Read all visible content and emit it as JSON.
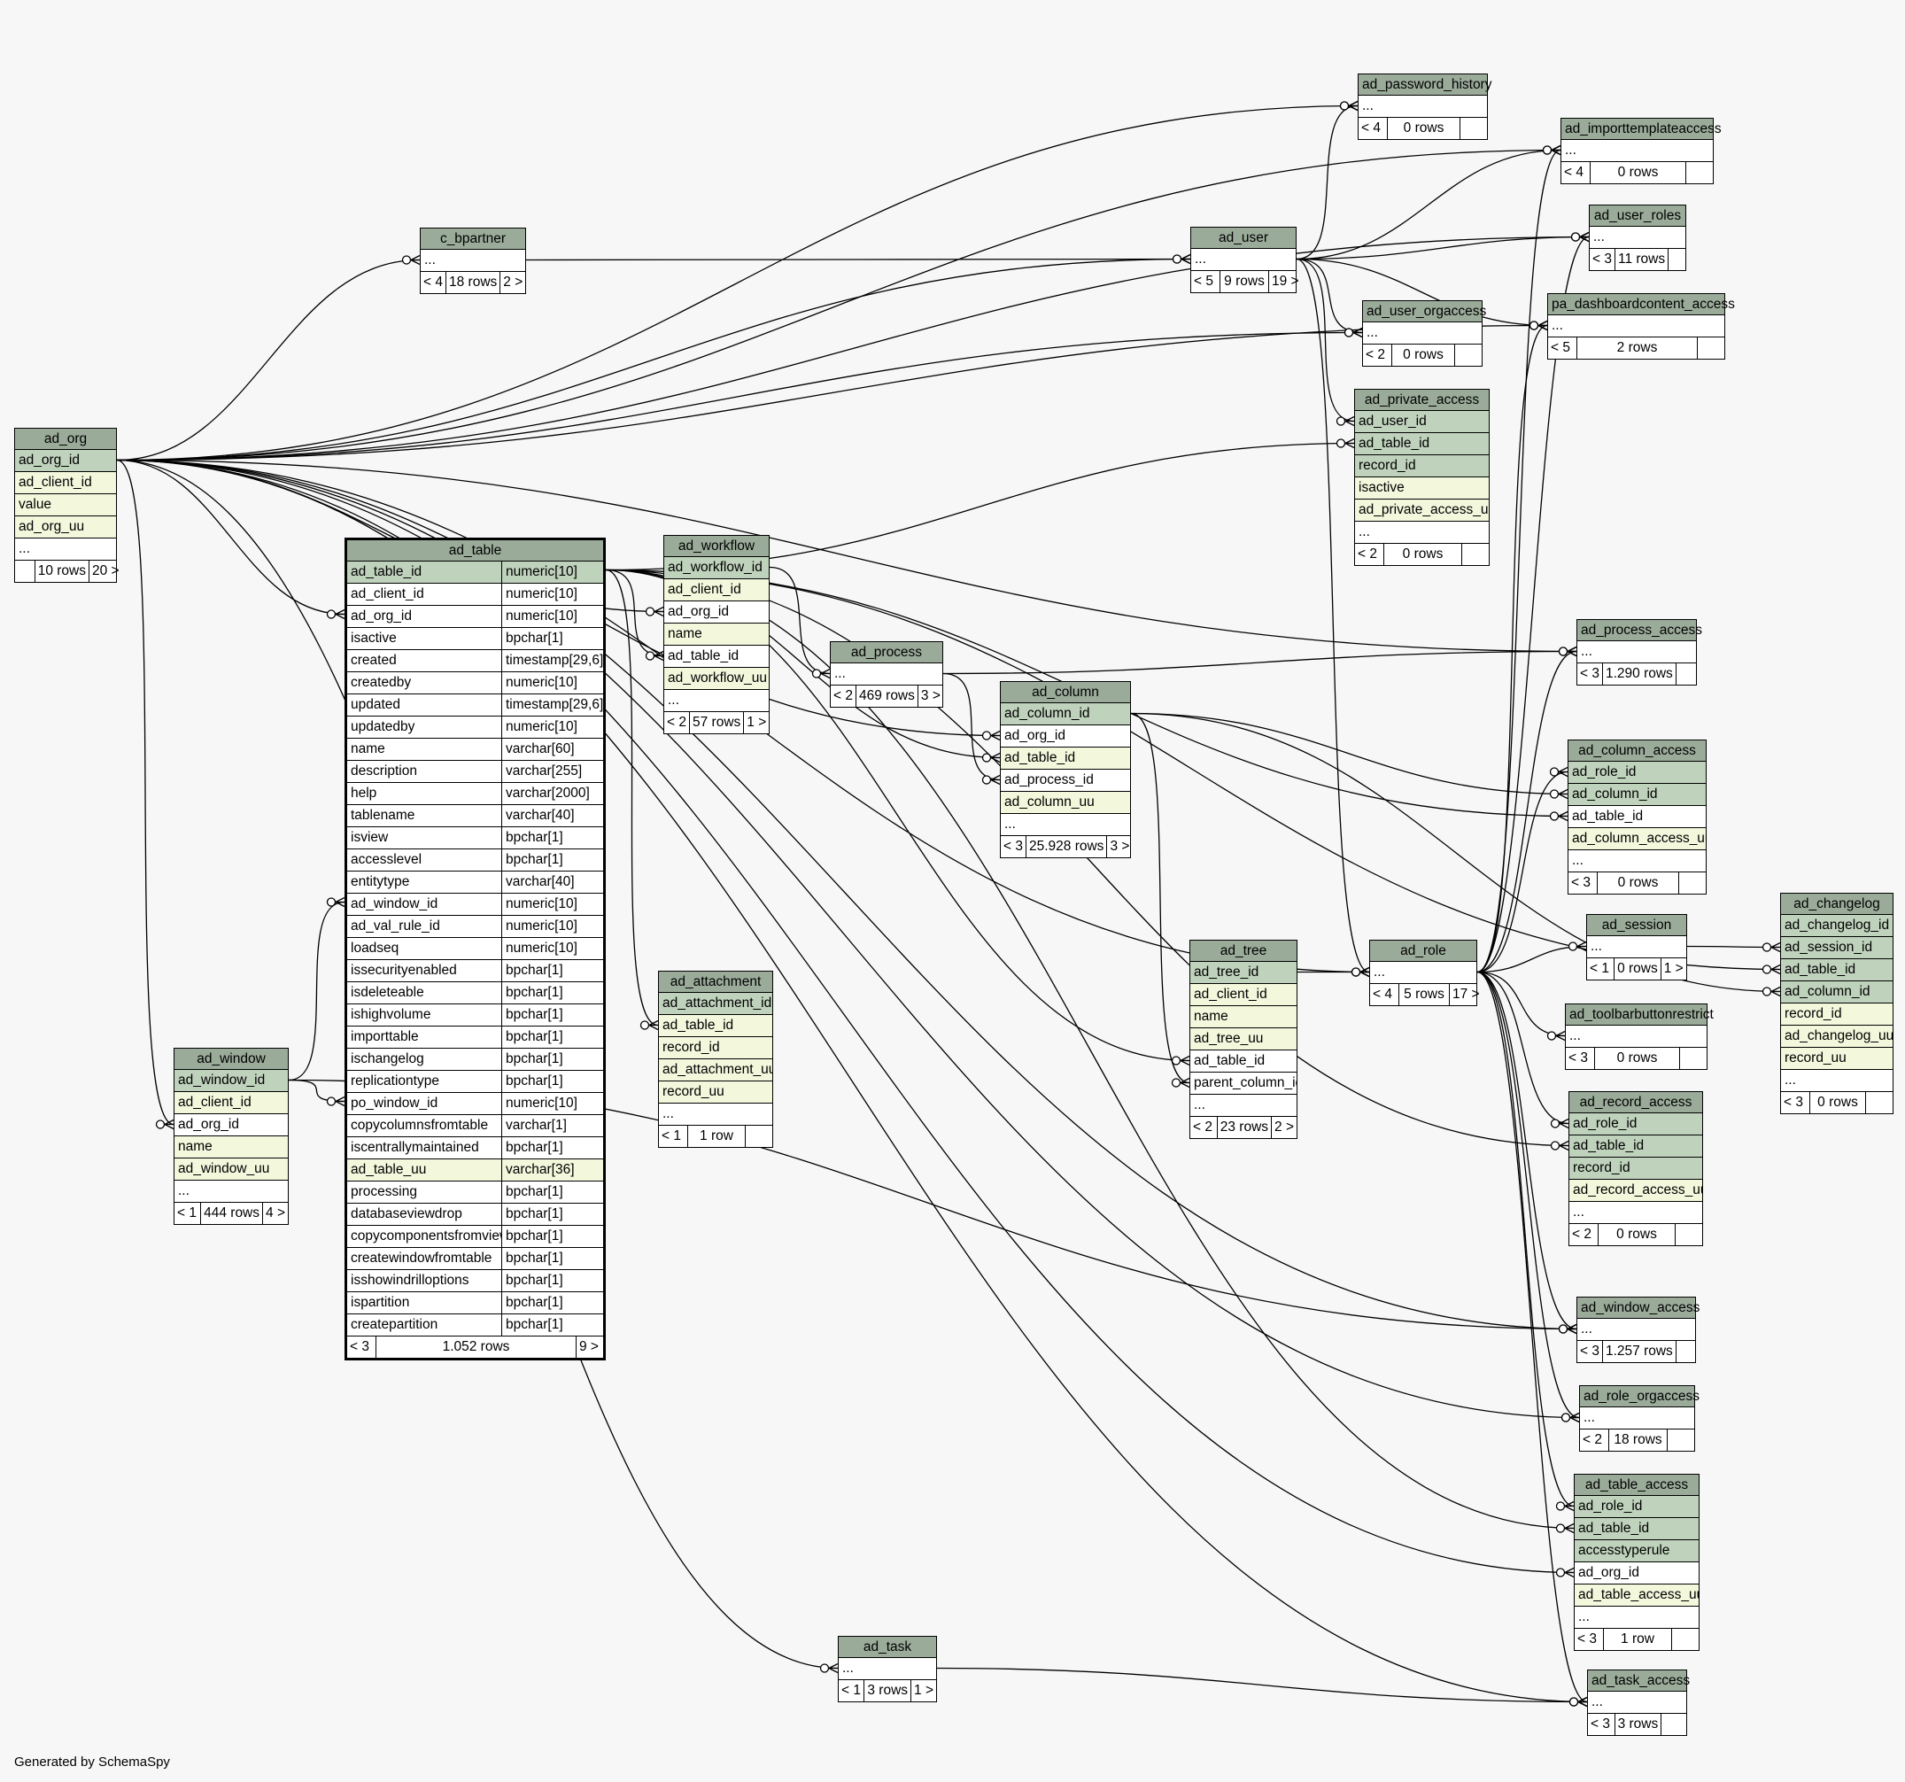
{
  "credit": "Generated by SchemaSpy",
  "tables": {
    "ad_org": {
      "name": "ad_org",
      "columns": [
        {
          "n": "ad_org_id",
          "k": "pk"
        },
        {
          "n": "ad_client_id",
          "k": "ix"
        },
        {
          "n": "value",
          "k": "ix"
        },
        {
          "n": "ad_org_uu",
          "k": "ix"
        },
        {
          "n": "...",
          "k": ""
        }
      ],
      "footer": [
        "",
        "10 rows",
        "20 >"
      ]
    },
    "ad_table": {
      "name": "ad_table",
      "columns": [
        {
          "n": "ad_table_id",
          "t": "numeric[10]",
          "k": "pk"
        },
        {
          "n": "ad_client_id",
          "t": "numeric[10]",
          "k": ""
        },
        {
          "n": "ad_org_id",
          "t": "numeric[10]",
          "k": ""
        },
        {
          "n": "isactive",
          "t": "bpchar[1]",
          "k": ""
        },
        {
          "n": "created",
          "t": "timestamp[29,6]",
          "k": ""
        },
        {
          "n": "createdby",
          "t": "numeric[10]",
          "k": ""
        },
        {
          "n": "updated",
          "t": "timestamp[29,6]",
          "k": ""
        },
        {
          "n": "updatedby",
          "t": "numeric[10]",
          "k": ""
        },
        {
          "n": "name",
          "t": "varchar[60]",
          "k": ""
        },
        {
          "n": "description",
          "t": "varchar[255]",
          "k": ""
        },
        {
          "n": "help",
          "t": "varchar[2000]",
          "k": ""
        },
        {
          "n": "tablename",
          "t": "varchar[40]",
          "k": ""
        },
        {
          "n": "isview",
          "t": "bpchar[1]",
          "k": ""
        },
        {
          "n": "accesslevel",
          "t": "bpchar[1]",
          "k": ""
        },
        {
          "n": "entitytype",
          "t": "varchar[40]",
          "k": ""
        },
        {
          "n": "ad_window_id",
          "t": "numeric[10]",
          "k": ""
        },
        {
          "n": "ad_val_rule_id",
          "t": "numeric[10]",
          "k": ""
        },
        {
          "n": "loadseq",
          "t": "numeric[10]",
          "k": ""
        },
        {
          "n": "issecurityenabled",
          "t": "bpchar[1]",
          "k": ""
        },
        {
          "n": "isdeleteable",
          "t": "bpchar[1]",
          "k": ""
        },
        {
          "n": "ishighvolume",
          "t": "bpchar[1]",
          "k": ""
        },
        {
          "n": "importtable",
          "t": "bpchar[1]",
          "k": ""
        },
        {
          "n": "ischangelog",
          "t": "bpchar[1]",
          "k": ""
        },
        {
          "n": "replicationtype",
          "t": "bpchar[1]",
          "k": ""
        },
        {
          "n": "po_window_id",
          "t": "numeric[10]",
          "k": ""
        },
        {
          "n": "copycolumnsfromtable",
          "t": "varchar[1]",
          "k": ""
        },
        {
          "n": "iscentrallymaintained",
          "t": "bpchar[1]",
          "k": ""
        },
        {
          "n": "ad_table_uu",
          "t": "varchar[36]",
          "k": "ix"
        },
        {
          "n": "processing",
          "t": "bpchar[1]",
          "k": ""
        },
        {
          "n": "databaseviewdrop",
          "t": "bpchar[1]",
          "k": ""
        },
        {
          "n": "copycomponentsfromview",
          "t": "bpchar[1]",
          "k": ""
        },
        {
          "n": "createwindowfromtable",
          "t": "bpchar[1]",
          "k": ""
        },
        {
          "n": "isshowindrilloptions",
          "t": "bpchar[1]",
          "k": ""
        },
        {
          "n": "ispartition",
          "t": "bpchar[1]",
          "k": ""
        },
        {
          "n": "createpartition",
          "t": "bpchar[1]",
          "k": ""
        }
      ],
      "footer": [
        "< 3",
        "1.052 rows",
        "9 >"
      ]
    },
    "ad_window": {
      "name": "ad_window",
      "columns": [
        {
          "n": "ad_window_id",
          "k": "pk"
        },
        {
          "n": "ad_client_id",
          "k": "ix"
        },
        {
          "n": "ad_org_id",
          "k": ""
        },
        {
          "n": "name",
          "k": "ix"
        },
        {
          "n": "ad_window_uu",
          "k": "ix"
        },
        {
          "n": "...",
          "k": ""
        }
      ],
      "footer": [
        "< 1",
        "444 rows",
        "4 >"
      ]
    },
    "c_bpartner": {
      "name": "c_bpartner",
      "columns": [
        {
          "n": "...",
          "k": ""
        }
      ],
      "footer": [
        "< 4",
        "18 rows",
        "2 >"
      ]
    },
    "ad_workflow": {
      "name": "ad_workflow",
      "columns": [
        {
          "n": "ad_workflow_id",
          "k": "pk"
        },
        {
          "n": "ad_client_id",
          "k": "ix"
        },
        {
          "n": "ad_org_id",
          "k": ""
        },
        {
          "n": "name",
          "k": "ix"
        },
        {
          "n": "ad_table_id",
          "k": ""
        },
        {
          "n": "ad_workflow_uu",
          "k": "ix"
        },
        {
          "n": "...",
          "k": ""
        }
      ],
      "footer": [
        "< 2",
        "57 rows",
        "1 >"
      ]
    },
    "ad_process": {
      "name": "ad_process",
      "columns": [
        {
          "n": "...",
          "k": ""
        }
      ],
      "footer": [
        "< 2",
        "469 rows",
        "3 >"
      ]
    },
    "ad_attachment": {
      "name": "ad_attachment",
      "columns": [
        {
          "n": "ad_attachment_id",
          "k": "pk"
        },
        {
          "n": "ad_table_id",
          "k": "ix"
        },
        {
          "n": "record_id",
          "k": "ix"
        },
        {
          "n": "ad_attachment_uu",
          "k": "ix"
        },
        {
          "n": "record_uu",
          "k": "ix"
        },
        {
          "n": "...",
          "k": ""
        }
      ],
      "footer": [
        "< 1",
        "1 row",
        ""
      ]
    },
    "ad_column": {
      "name": "ad_column",
      "columns": [
        {
          "n": "ad_column_id",
          "k": "pk"
        },
        {
          "n": "ad_org_id",
          "k": ""
        },
        {
          "n": "ad_table_id",
          "k": "ix"
        },
        {
          "n": "ad_process_id",
          "k": ""
        },
        {
          "n": "ad_column_uu",
          "k": "ix"
        },
        {
          "n": "...",
          "k": ""
        }
      ],
      "footer": [
        "< 3",
        "25.928 rows",
        "3 >"
      ]
    },
    "ad_user": {
      "name": "ad_user",
      "columns": [
        {
          "n": "...",
          "k": ""
        }
      ],
      "footer": [
        "< 5",
        "9 rows",
        "19 >"
      ]
    },
    "ad_tree": {
      "name": "ad_tree",
      "columns": [
        {
          "n": "ad_tree_id",
          "k": "pk"
        },
        {
          "n": "ad_client_id",
          "k": "ix"
        },
        {
          "n": "name",
          "k": "ix"
        },
        {
          "n": "ad_tree_uu",
          "k": "ix"
        },
        {
          "n": "ad_table_id",
          "k": ""
        },
        {
          "n": "parent_column_id",
          "k": ""
        },
        {
          "n": "...",
          "k": ""
        }
      ],
      "footer": [
        "< 2",
        "23 rows",
        "2 >"
      ]
    },
    "ad_role": {
      "name": "ad_role",
      "columns": [
        {
          "n": "...",
          "k": ""
        }
      ],
      "footer": [
        "< 4",
        "5 rows",
        "17 >"
      ]
    },
    "ad_password_history": {
      "name": "ad_password_history",
      "columns": [
        {
          "n": "...",
          "k": ""
        }
      ],
      "footer": [
        "< 4",
        "0 rows",
        ""
      ]
    },
    "ad_user_orgaccess": {
      "name": "ad_user_orgaccess",
      "columns": [
        {
          "n": "...",
          "k": ""
        }
      ],
      "footer": [
        "< 2",
        "0 rows",
        ""
      ]
    },
    "ad_private_access": {
      "name": "ad_private_access",
      "columns": [
        {
          "n": "ad_user_id",
          "k": "pk"
        },
        {
          "n": "ad_table_id",
          "k": "pk"
        },
        {
          "n": "record_id",
          "k": "pk"
        },
        {
          "n": "isactive",
          "k": "ix"
        },
        {
          "n": "ad_private_access_uu",
          "k": "ix"
        },
        {
          "n": "...",
          "k": ""
        }
      ],
      "footer": [
        "< 2",
        "0 rows",
        ""
      ]
    },
    "ad_task": {
      "name": "ad_task",
      "columns": [
        {
          "n": "...",
          "k": ""
        }
      ],
      "footer": [
        "< 1",
        "3 rows",
        "1 >"
      ]
    },
    "ad_importtemplateaccess": {
      "name": "ad_importtemplateaccess",
      "columns": [
        {
          "n": "...",
          "k": ""
        }
      ],
      "footer": [
        "< 4",
        "0 rows",
        ""
      ]
    },
    "ad_user_roles": {
      "name": "ad_user_roles",
      "columns": [
        {
          "n": "...",
          "k": ""
        }
      ],
      "footer": [
        "< 3",
        "11 rows",
        ""
      ]
    },
    "pa_dashboardcontent_access": {
      "name": "pa_dashboardcontent_access",
      "columns": [
        {
          "n": "...",
          "k": ""
        }
      ],
      "footer": [
        "< 5",
        "2 rows",
        ""
      ]
    },
    "ad_process_access": {
      "name": "ad_process_access",
      "columns": [
        {
          "n": "...",
          "k": ""
        }
      ],
      "footer": [
        "< 3",
        "1.290 rows",
        ""
      ]
    },
    "ad_column_access": {
      "name": "ad_column_access",
      "columns": [
        {
          "n": "ad_role_id",
          "k": "pk"
        },
        {
          "n": "ad_column_id",
          "k": "pk"
        },
        {
          "n": "ad_table_id",
          "k": ""
        },
        {
          "n": "ad_column_access_uu",
          "k": "ix"
        },
        {
          "n": "...",
          "k": ""
        }
      ],
      "footer": [
        "< 3",
        "0 rows",
        ""
      ]
    },
    "ad_session": {
      "name": "ad_session",
      "columns": [
        {
          "n": "...",
          "k": ""
        }
      ],
      "footer": [
        "< 1",
        "0 rows",
        "1 >"
      ]
    },
    "ad_toolbarbuttonrestrict": {
      "name": "ad_toolbarbuttonrestrict",
      "columns": [
        {
          "n": "...",
          "k": ""
        }
      ],
      "footer": [
        "< 3",
        "0 rows",
        ""
      ]
    },
    "ad_record_access": {
      "name": "ad_record_access",
      "columns": [
        {
          "n": "ad_role_id",
          "k": "pk"
        },
        {
          "n": "ad_table_id",
          "k": "pk"
        },
        {
          "n": "record_id",
          "k": "pk"
        },
        {
          "n": "ad_record_access_uu",
          "k": "ix"
        },
        {
          "n": "...",
          "k": ""
        }
      ],
      "footer": [
        "< 2",
        "0 rows",
        ""
      ]
    },
    "ad_window_access": {
      "name": "ad_window_access",
      "columns": [
        {
          "n": "...",
          "k": ""
        }
      ],
      "footer": [
        "< 3",
        "1.257 rows",
        ""
      ]
    },
    "ad_role_orgaccess": {
      "name": "ad_role_orgaccess",
      "columns": [
        {
          "n": "...",
          "k": ""
        }
      ],
      "footer": [
        "< 2",
        "18 rows",
        ""
      ]
    },
    "ad_table_access": {
      "name": "ad_table_access",
      "columns": [
        {
          "n": "ad_role_id",
          "k": "pk"
        },
        {
          "n": "ad_table_id",
          "k": "pk"
        },
        {
          "n": "accesstyperule",
          "k": "pk"
        },
        {
          "n": "ad_org_id",
          "k": ""
        },
        {
          "n": "ad_table_access_uu",
          "k": "ix"
        },
        {
          "n": "...",
          "k": ""
        }
      ],
      "footer": [
        "< 3",
        "1 row",
        ""
      ]
    },
    "ad_task_access": {
      "name": "ad_task_access",
      "columns": [
        {
          "n": "...",
          "k": ""
        }
      ],
      "footer": [
        "< 3",
        "3 rows",
        ""
      ]
    },
    "ad_changelog": {
      "name": "ad_changelog",
      "columns": [
        {
          "n": "ad_changelog_id",
          "k": "pk"
        },
        {
          "n": "ad_session_id",
          "k": "pk"
        },
        {
          "n": "ad_table_id",
          "k": "pk"
        },
        {
          "n": "ad_column_id",
          "k": "pk"
        },
        {
          "n": "record_id",
          "k": "ix"
        },
        {
          "n": "ad_changelog_uu",
          "k": "ix"
        },
        {
          "n": "record_uu",
          "k": "ix"
        },
        {
          "n": "...",
          "k": ""
        }
      ],
      "footer": [
        "< 3",
        "0 rows",
        ""
      ]
    }
  },
  "relationships": [
    [
      "ad_org",
      "ad_table",
      "ad_org_id"
    ],
    [
      "ad_org",
      "ad_window",
      "ad_org_id"
    ],
    [
      "ad_org",
      "ad_workflow",
      "ad_org_id"
    ],
    [
      "ad_org",
      "ad_column",
      "ad_org_id"
    ],
    [
      "ad_org",
      "c_bpartner",
      ""
    ],
    [
      "ad_org",
      "ad_user",
      ""
    ],
    [
      "ad_org",
      "ad_password_history",
      ""
    ],
    [
      "ad_org",
      "ad_user_orgaccess",
      ""
    ],
    [
      "ad_org",
      "ad_importtemplateaccess",
      ""
    ],
    [
      "ad_org",
      "ad_user_roles",
      ""
    ],
    [
      "ad_org",
      "pa_dashboardcontent_access",
      ""
    ],
    [
      "ad_org",
      "ad_process_access",
      ""
    ],
    [
      "ad_org",
      "ad_role",
      ""
    ],
    [
      "ad_org",
      "ad_window_access",
      ""
    ],
    [
      "ad_org",
      "ad_role_orgaccess",
      ""
    ],
    [
      "ad_org",
      "ad_table_access",
      "ad_org_id"
    ],
    [
      "ad_org",
      "ad_task",
      ""
    ],
    [
      "ad_org",
      "ad_task_access",
      ""
    ],
    [
      "ad_window",
      "ad_table",
      "ad_window_id"
    ],
    [
      "ad_window",
      "ad_table",
      "po_window_id"
    ],
    [
      "ad_window",
      "ad_window_access",
      ""
    ],
    [
      "ad_table",
      "ad_workflow",
      "ad_table_id"
    ],
    [
      "ad_table",
      "ad_attachment",
      "ad_table_id"
    ],
    [
      "ad_table",
      "ad_column",
      "ad_table_id"
    ],
    [
      "ad_table",
      "ad_tree",
      "ad_table_id"
    ],
    [
      "ad_table",
      "ad_private_access",
      "ad_table_id"
    ],
    [
      "ad_table",
      "ad_column_access",
      "ad_table_id"
    ],
    [
      "ad_table",
      "ad_record_access",
      "ad_table_id"
    ],
    [
      "ad_table",
      "ad_table_access",
      "ad_table_id"
    ],
    [
      "ad_table",
      "ad_changelog",
      "ad_table_id"
    ],
    [
      "ad_workflow",
      "ad_process",
      ""
    ],
    [
      "ad_process",
      "ad_column",
      "ad_process_id"
    ],
    [
      "ad_process",
      "ad_process_access",
      ""
    ],
    [
      "ad_column",
      "ad_tree",
      "parent_column_id"
    ],
    [
      "ad_column",
      "ad_column_access",
      "ad_column_id"
    ],
    [
      "ad_column",
      "ad_changelog",
      "ad_column_id"
    ],
    [
      "c_bpartner",
      "ad_user",
      ""
    ],
    [
      "ad_user",
      "ad_password_history",
      ""
    ],
    [
      "ad_user",
      "ad_importtemplateaccess",
      ""
    ],
    [
      "ad_user",
      "ad_user_roles",
      ""
    ],
    [
      "ad_user",
      "pa_dashboardcontent_access",
      ""
    ],
    [
      "ad_user",
      "ad_user_orgaccess",
      ""
    ],
    [
      "ad_user",
      "ad_private_access",
      "ad_user_id"
    ],
    [
      "ad_user",
      "ad_role",
      ""
    ],
    [
      "ad_tree",
      "ad_role",
      ""
    ],
    [
      "ad_role",
      "ad_importtemplateaccess",
      ""
    ],
    [
      "ad_role",
      "ad_user_roles",
      ""
    ],
    [
      "ad_role",
      "pa_dashboardcontent_access",
      ""
    ],
    [
      "ad_role",
      "ad_process_access",
      ""
    ],
    [
      "ad_role",
      "ad_column_access",
      "ad_role_id"
    ],
    [
      "ad_role",
      "ad_session",
      ""
    ],
    [
      "ad_role",
      "ad_toolbarbuttonrestrict",
      ""
    ],
    [
      "ad_role",
      "ad_record_access",
      "ad_role_id"
    ],
    [
      "ad_role",
      "ad_window_access",
      ""
    ],
    [
      "ad_role",
      "ad_role_orgaccess",
      ""
    ],
    [
      "ad_role",
      "ad_table_access",
      "ad_role_id"
    ],
    [
      "ad_role",
      "ad_task_access",
      ""
    ],
    [
      "ad_session",
      "ad_changelog",
      "ad_session_id"
    ],
    [
      "ad_task",
      "ad_task_access",
      ""
    ]
  ]
}
